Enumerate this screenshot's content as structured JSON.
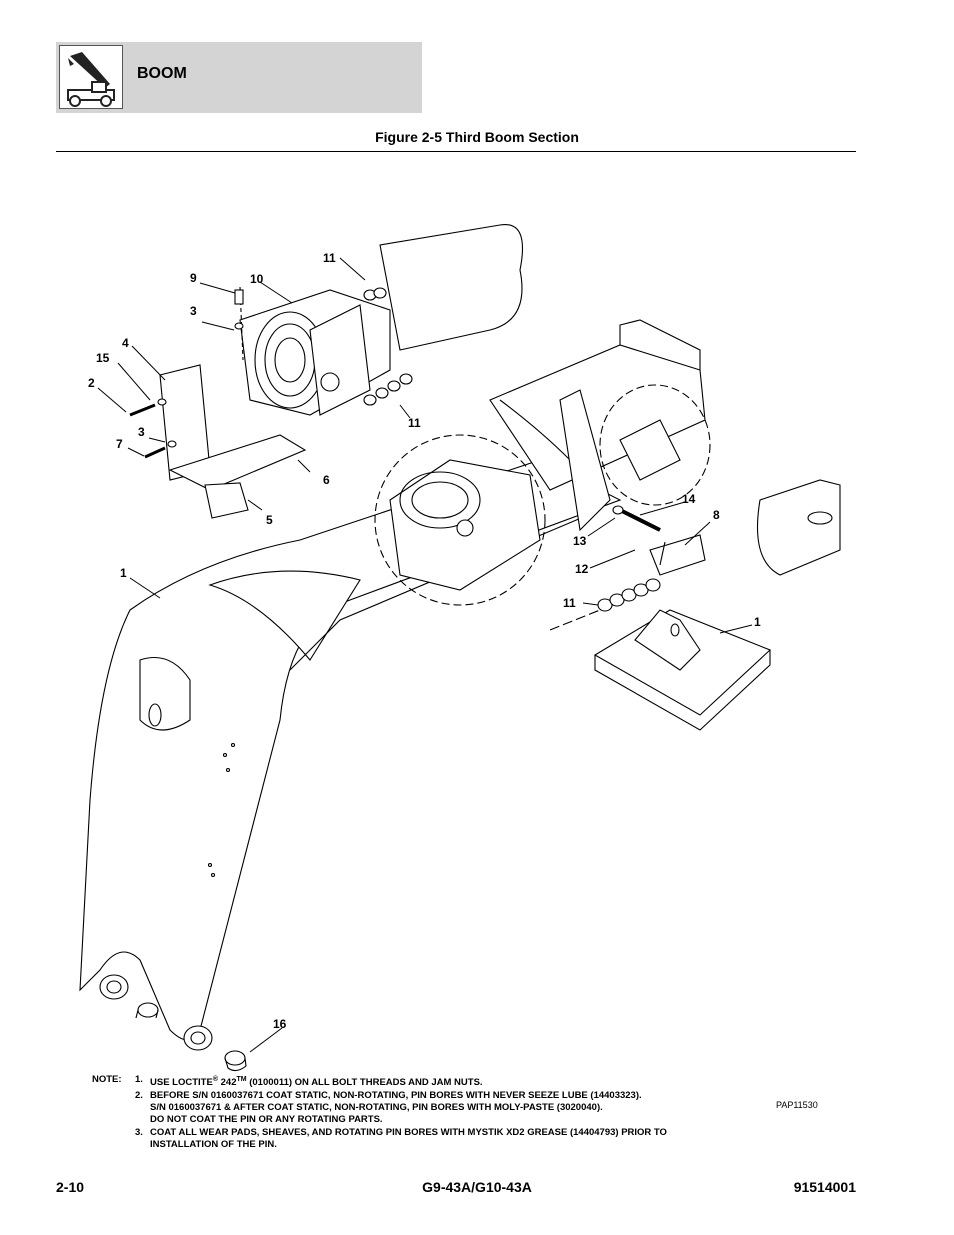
{
  "header": {
    "section_title": "BOOM",
    "icon": "telehandler-boom-icon"
  },
  "figure": {
    "title": "Figure 2-5 Third Boom Section",
    "reference_code": "PAP11530",
    "callouts": [
      "1",
      "1",
      "2",
      "3",
      "3",
      "4",
      "5",
      "6",
      "7",
      "8",
      "9",
      "10",
      "11",
      "11",
      "11",
      "12",
      "13",
      "14",
      "15",
      "16"
    ]
  },
  "notes": {
    "label": "NOTE:",
    "items": [
      {
        "number": "1.",
        "prefix": "USE LOCTITE",
        "reg": "®",
        "mid": " 242",
        "tm": "TM",
        "suffix": " (0100011) ON ALL BOLT THREADS AND JAM NUTS."
      },
      {
        "number": "2.",
        "lines": [
          "BEFORE S/N 0160037671 COAT STATIC, NON-ROTATING, PIN BORES WITH NEVER SEEZE LUBE (14403323).",
          "S/N 0160037671 & AFTER COAT STATIC, NON-ROTATING, PIN BORES WITH MOLY-PASTE (3020040).",
          "DO NOT COAT THE PIN OR ANY ROTATING PARTS."
        ]
      },
      {
        "number": "3.",
        "lines": [
          "COAT ALL WEAR PADS, SHEAVES, AND ROTATING PIN BORES WITH MYSTIK XD2 GREASE (14404793) PRIOR TO",
          "INSTALLATION OF THE PIN."
        ]
      }
    ]
  },
  "footer": {
    "page_number": "2-10",
    "model": "G9-43A/G10-43A",
    "doc_number": "91514001"
  }
}
